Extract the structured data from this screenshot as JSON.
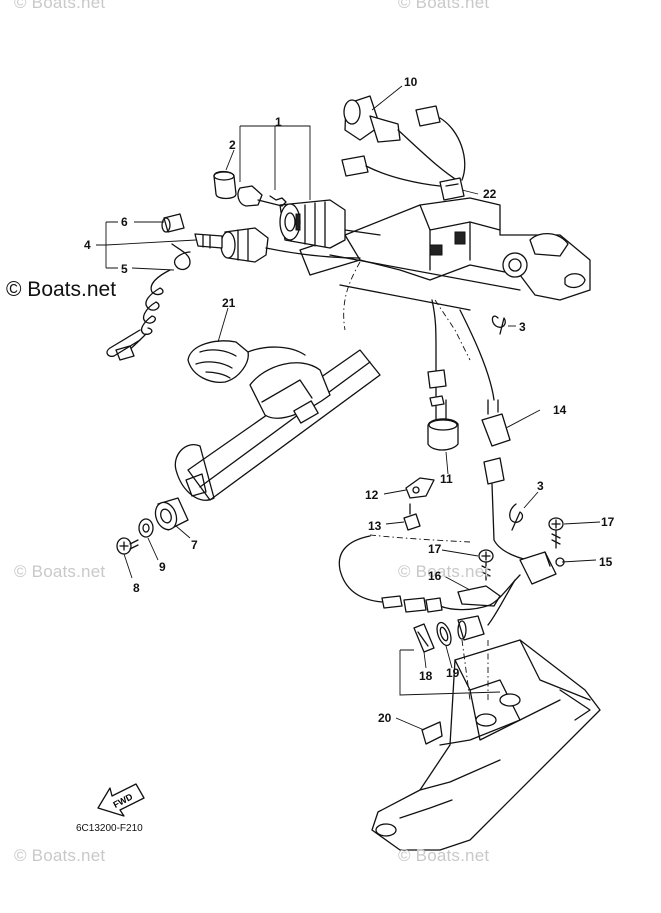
{
  "watermarks": {
    "brand": "© Boats.net",
    "side_brand": "© Boats.net"
  },
  "diagram_code": "6C13200-F210",
  "fwd_label": "FWD",
  "part_numbers": [
    "1",
    "2",
    "3",
    "3",
    "4",
    "5",
    "6",
    "7",
    "8",
    "9",
    "10",
    "11",
    "12",
    "13",
    "14",
    "15",
    "16",
    "17",
    "17",
    "18",
    "19",
    "20",
    "21",
    "22"
  ]
}
